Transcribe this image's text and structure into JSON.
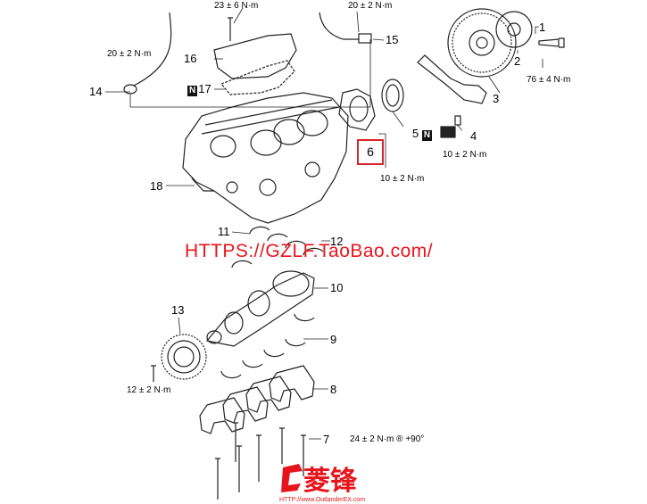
{
  "callouts": {
    "c1": "1",
    "c2": "2",
    "c3": "3",
    "c4": "4",
    "c5": "5",
    "c6": "6",
    "c7": "7",
    "c8": "8",
    "c9": "9",
    "c10": "10",
    "c11": "11",
    "c12": "12",
    "c13": "13",
    "c14": "14",
    "c15": "15",
    "c16": "16",
    "c17": "17",
    "c18": "18"
  },
  "n_marker": "N",
  "torques": {
    "t_top16": "23 ± 6 N·m",
    "t_top15": "20 ± 2 N·m",
    "t_14": "20 ± 2 N·m",
    "t_1": "76 ± 4 N·m",
    "t_4": "10 ± 2 N·m",
    "t_6": "10 ± 2 N·m",
    "t_13": "12 ± 2 N·m",
    "t_7": "24 ± 2 N·m ® +90°"
  },
  "watermark": "HTTPS://GZLF.TaoBao.com/",
  "logo": {
    "text": "菱锋",
    "url": "HTTP://www.OutlanderEX.com"
  },
  "colors": {
    "line": "#222222",
    "highlight": "#d8262a",
    "watermark": "#e8141c"
  }
}
